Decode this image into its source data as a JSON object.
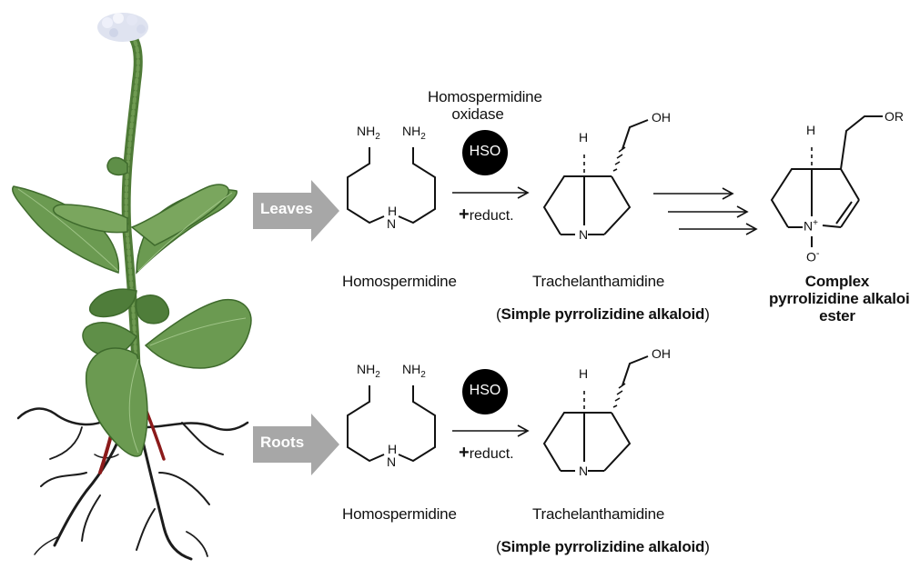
{
  "tissues": {
    "leaves": "Leaves",
    "roots": "Roots"
  },
  "enzyme": {
    "name_line1": "Homospermidine",
    "name_line2": "oxidase",
    "badge": "HSO",
    "cofactor_plus": "+",
    "cofactor_text": "reduct."
  },
  "compounds": {
    "substrate": "Homospermidine",
    "product": "Trachelanthamidine",
    "product_class_open": "(",
    "product_class": "Simple pyrrolizidine alkaloid",
    "product_class_close": ")",
    "final_line1": "Complex",
    "final_line2": "pyrrolizidine alkaloid",
    "final_line3": "ester"
  },
  "atoms": {
    "nh2": "NH",
    "nh2_sub": "2",
    "nh": "N",
    "h": "H",
    "n": "N",
    "oh": "OH",
    "or": "OR",
    "n_plus": "N",
    "plus": "+",
    "o_minus": "O",
    "minus": "-"
  },
  "colors": {
    "tissue_arrow": "#a7a7a7",
    "badge": "#000000",
    "leaf": "#5f8f48",
    "root": "#1c1c1c"
  }
}
